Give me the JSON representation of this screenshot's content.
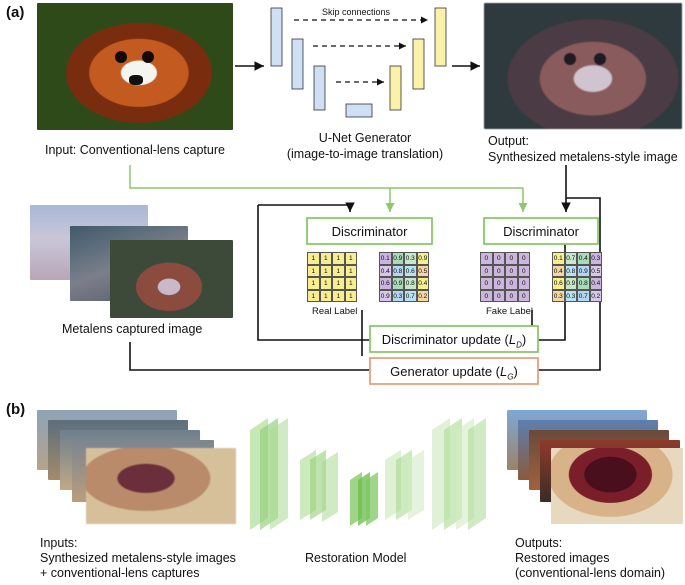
{
  "panel_a": {
    "tag": "(a)",
    "input_caption": "Input: Conventional-lens capture",
    "skip_label": "Skip connections",
    "generator_title": "U-Net Generator",
    "generator_subtitle": "(image-to-image translation)",
    "output_caption_1": "Output:",
    "output_caption_2": "Synthesized metalens-style image",
    "metalens_caption": "Metalens captured image",
    "discriminator_label": "Discriminator",
    "real_label": "Real Label",
    "fake_label": "Fake Label",
    "disc_update": "Discriminator update (",
    "disc_update_sym": "L",
    "disc_update_sub": "D",
    "gen_update": "Generator update (",
    "gen_update_sym": "L",
    "gen_update_sub": "G",
    "close_paren": ")",
    "real_grid": [
      "1",
      "1",
      "1",
      "1",
      "1",
      "1",
      "1",
      "1",
      "1",
      "1",
      "1",
      "1",
      "1",
      "1",
      "1",
      "1"
    ],
    "fake_grid": [
      "0",
      "0",
      "0",
      "0",
      "0",
      "0",
      "0",
      "0",
      "0",
      "0",
      "0",
      "0",
      "0",
      "0",
      "0",
      "0"
    ],
    "score_grid": [
      "0.1",
      "0.9",
      "0.3",
      "0.9",
      "0.4",
      "0.8",
      "0.6",
      "0.5",
      "0.6",
      "0.9",
      "0.8",
      "0.4",
      "0.9",
      "0.3",
      "0.7",
      "0.2"
    ],
    "score_grid_2": [
      "0.1",
      "0.7",
      "0.4",
      "0.3",
      "0.4",
      "0.8",
      "0.9",
      "0.5",
      "0.6",
      "0.9",
      "0.8",
      "0.4",
      "0.3",
      "0.3",
      "0.7",
      "0.2"
    ]
  },
  "panel_b": {
    "tag": "(b)",
    "inputs_caption_1": "Inputs:",
    "inputs_caption_2": "Synthesized metalens-style images",
    "inputs_caption_3": "+ conventional-lens captures",
    "model_caption": "Restoration Model",
    "outputs_caption_1": "Outputs:",
    "outputs_caption_2": "Restored images",
    "outputs_caption_3": "(conventional-lens domain)"
  },
  "colors": {
    "green_line": "#8bc96b",
    "encoder_blue": "#cfe0f4",
    "decoder_yellow": "#fbf1a8",
    "real_yellow": "#f7ef8f",
    "fake_purple": "#cdb6dd",
    "gen_box_border": "#e8a07a"
  }
}
